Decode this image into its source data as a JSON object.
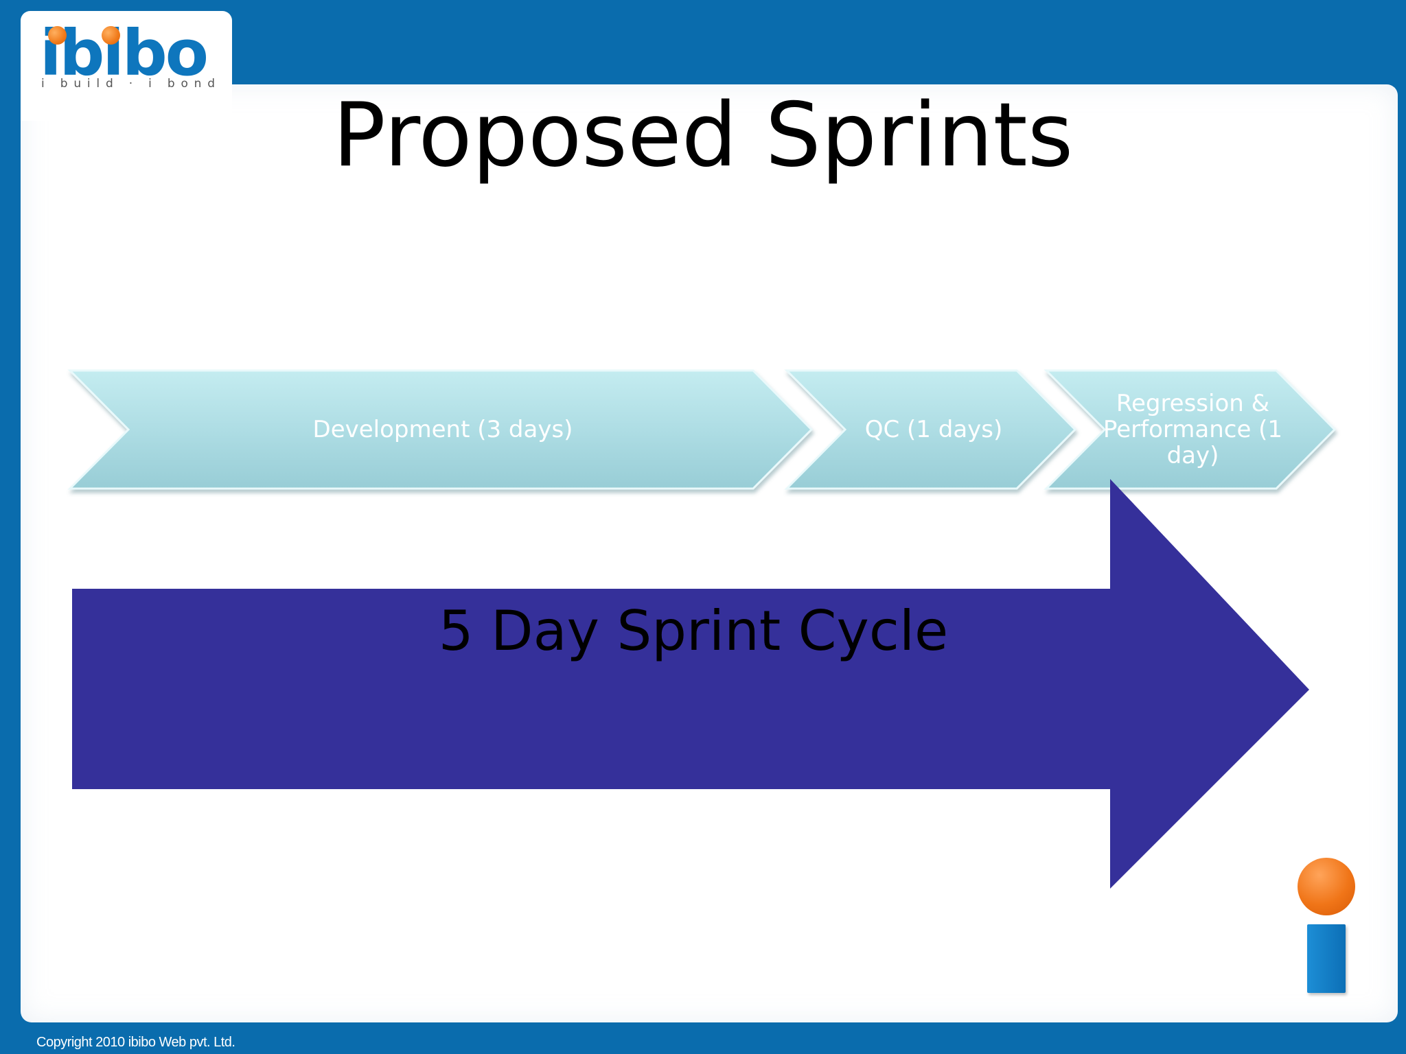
{
  "logo": {
    "text": "ibibo",
    "tagline": "i build · i bond"
  },
  "slide": {
    "title": "Proposed Sprints"
  },
  "chevrons": [
    {
      "label": "Development (3 days)"
    },
    {
      "label": "QC (1 days)"
    },
    {
      "label": "Regression & Performance (1 day)"
    }
  ],
  "cycle_arrow": {
    "label": "5 Day Sprint Cycle"
  },
  "footer": {
    "copyright": "Copyright 2010 ibibo Web pvt. Ltd."
  },
  "colors": {
    "background": "#0a6cad",
    "chevron_fill": "#b4e2e8",
    "arrow_fill": "#35309a",
    "logo_blue": "#0e76bd",
    "logo_orange": "#f07a1a"
  }
}
